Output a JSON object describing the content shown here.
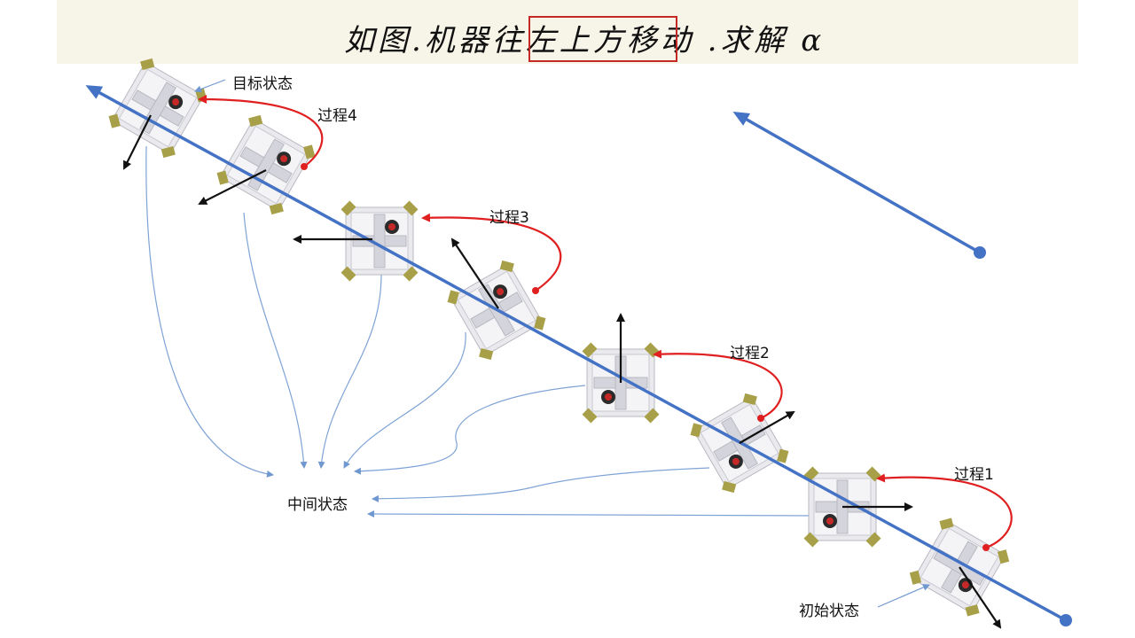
{
  "header": {
    "handwritten_title": "如图.机器往左上方移动 .求解 α",
    "boxed_phrase": "左上方移动"
  },
  "labels": {
    "target_state": "目标状态",
    "intermediate_state": "中间状态",
    "initial_state": "初始状态",
    "process_1": "过程1",
    "process_2": "过程2",
    "process_3": "过程3",
    "process_4": "过程4"
  },
  "colors": {
    "trajectory": "#4472c4",
    "process_arrow": "#e02020",
    "heading_arrow": "#111111",
    "state_link": "#7fa3d6",
    "title_box": "#c62828",
    "robot_body": "#e6e6ea",
    "robot_wheel": "#a8a048"
  },
  "icons": [
    "robot-icon"
  ]
}
